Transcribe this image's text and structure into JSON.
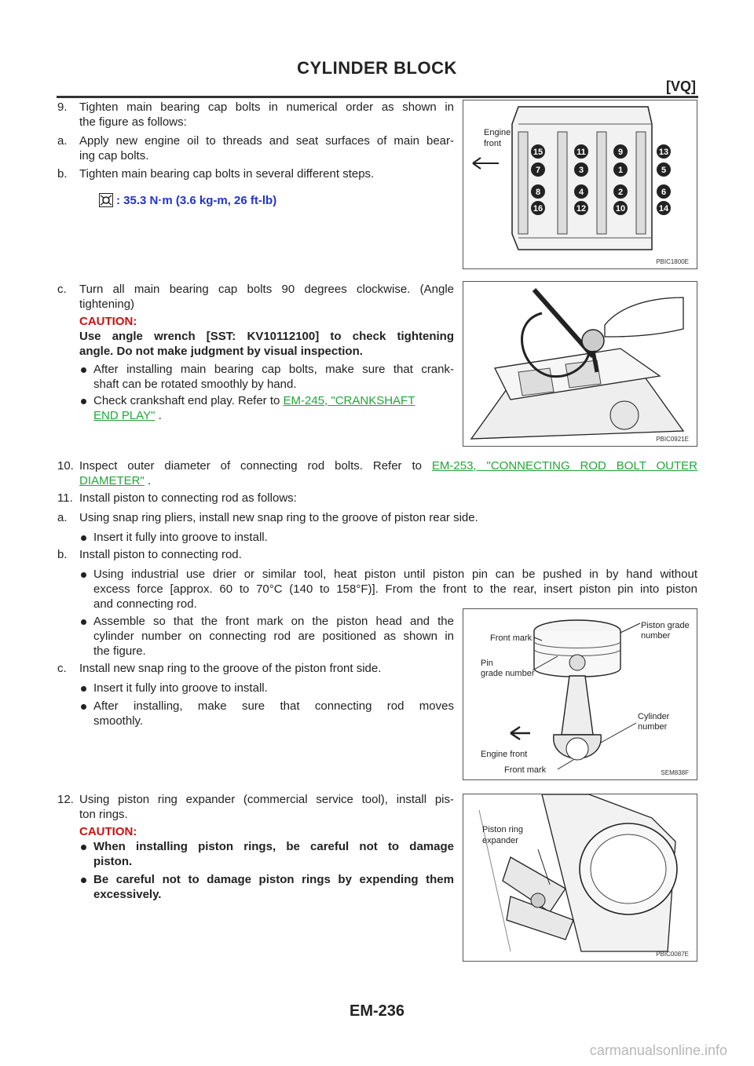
{
  "header": {
    "title": "CYLINDER BLOCK",
    "section": "[VQ]"
  },
  "steps": {
    "s9": {
      "num": "9.",
      "line1": "Tighten main bearing cap bolts in numerical order as shown in",
      "line2": "the figure as follows:"
    },
    "s9a": {
      "letter": "a.",
      "line1": "Apply new engine oil to threads and seat surfaces of main bear-",
      "line2": "ing cap bolts."
    },
    "s9b": {
      "letter": "b.",
      "line1": "Tighten main bearing cap bolts in several different steps."
    },
    "torque": ": 35.3 N·m (3.6 kg-m, 26 ft-lb)",
    "s9c": {
      "letter": "c.",
      "line1": "Turn all main bearing cap bolts 90 degrees clockwise. (Angle",
      "line2": "tightening)"
    },
    "caution1": {
      "label": "CAUTION:",
      "line1": "Use angle wrench [SST: KV10112100] to check tightening",
      "line2": "angle. Do not make judgment by visual inspection."
    },
    "bullet_crank1": {
      "line1": "After installing main bearing cap bolts, make sure that crank-",
      "line2": "shaft can be rotated smoothly by hand."
    },
    "bullet_crank2": {
      "text": "Check crankshaft end play. Refer to",
      "link1": "EM-245, \"CRANKSHAFT",
      "link2": "END PLAY\"",
      "after": " ."
    },
    "s10": {
      "num": "10.",
      "text": "Inspect outer diameter of connecting rod bolts. Refer to",
      "link1": "EM-253, \"CONNECTING ROD BOLT OUTER",
      "link2": "DIAMETER\"",
      "after": " ."
    },
    "s11": {
      "num": "11.",
      "text": "Install piston to connecting rod as follows:"
    },
    "s11a": {
      "letter": "a.",
      "text": "Using snap ring pliers, install new snap ring to the groove of piston rear side."
    },
    "s11a_b1": "Insert it fully into groove to install.",
    "s11b": {
      "letter": "b.",
      "text": "Install piston to connecting rod."
    },
    "s11b_b1": {
      "line1": "Using industrial use drier or similar tool, heat piston until piston pin can be pushed in by hand without",
      "line2": "excess force [approx. 60 to 70°C (140 to 158°F)]. From the front to the rear, insert piston pin into piston",
      "line3": "and connecting rod."
    },
    "s11b_b2": {
      "line1": "Assemble so that the front mark on the piston head and the",
      "line2": "cylinder number on connecting rod are positioned as shown in",
      "line3": "the figure."
    },
    "s11c": {
      "letter": "c.",
      "text": "Install new snap ring to the groove of the piston front side."
    },
    "s11c_b1": "Insert it fully into groove to install.",
    "s11c_b2": {
      "line1": "After installing, make sure that connecting rod moves",
      "line2": "smoothly."
    },
    "s12": {
      "num": "12.",
      "line1": "Using piston ring expander (commercial service tool), install pis-",
      "line2": "ton rings."
    },
    "caution2": {
      "label": "CAUTION:",
      "b1_line1": "When installing piston rings, be careful not to damage",
      "b1_line2": "piston.",
      "b2_line1": "Be careful not to damage piston rings by expending them",
      "b2_line2": "excessively."
    }
  },
  "figures": {
    "fig1": {
      "id": "PBIC1800E",
      "label_line1": "Engine",
      "label_line2": "front",
      "bolts": [
        "15",
        "11",
        "9",
        "13",
        "7",
        "3",
        "1",
        "5",
        "8",
        "4",
        "2",
        "6",
        "16",
        "12",
        "10",
        "14"
      ]
    },
    "fig2": {
      "id": "PBIC0921E"
    },
    "fig3": {
      "id": "SEM838F",
      "piston_grade_1": "Piston grade",
      "piston_grade_2": "number",
      "front_mark": "Front mark",
      "pin_grade_1": "Pin",
      "pin_grade_2": "grade number",
      "cylinder_1": "Cylinder",
      "cylinder_2": "number",
      "engine_front": "Engine front",
      "front_mark_2": "Front mark"
    },
    "fig4": {
      "id": "PBIC0087E",
      "label_1": "Piston ring",
      "label_2": "expander"
    }
  },
  "footer": {
    "page": "EM-236",
    "watermark": "carmanualsonline.info"
  }
}
